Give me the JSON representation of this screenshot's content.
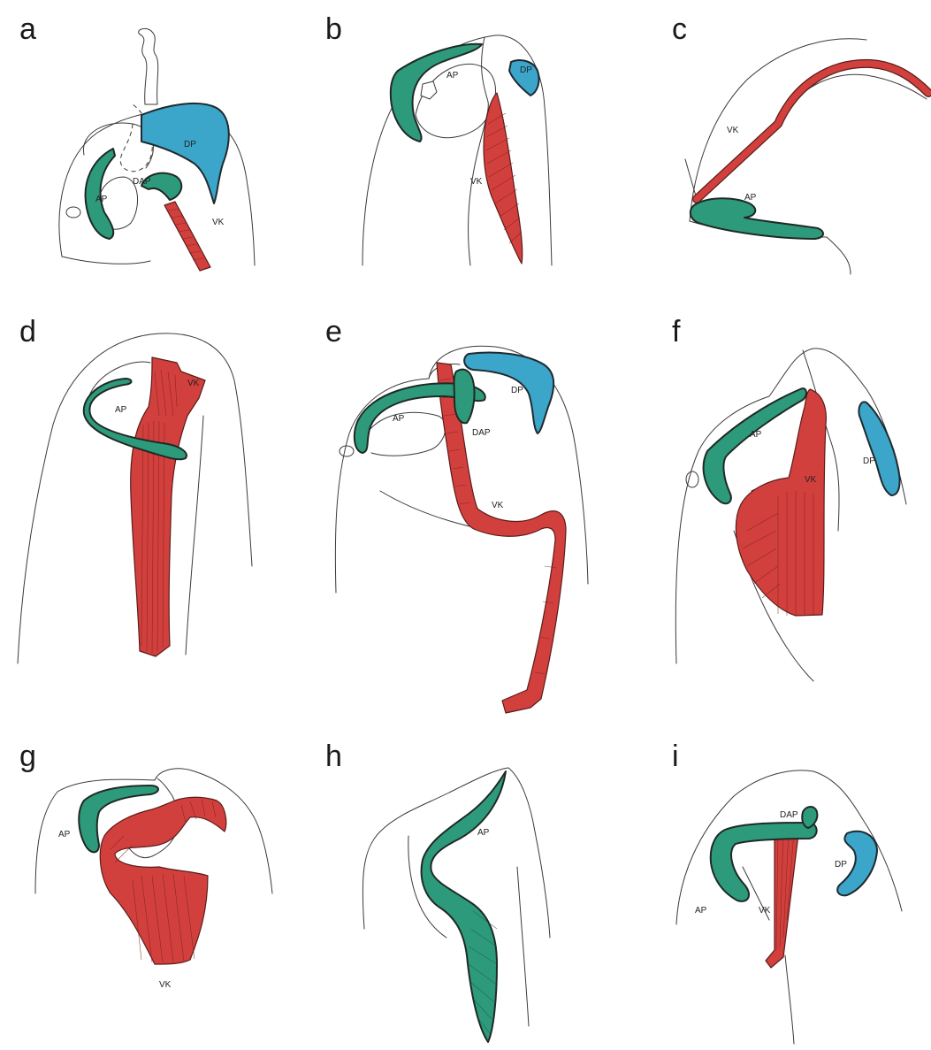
{
  "panels": [
    {
      "letter": "a",
      "labels": {
        "ap": "AP",
        "dp": "DP",
        "dap": "DAP",
        "vk": "VK"
      }
    },
    {
      "letter": "b",
      "labels": {
        "ap": "AP",
        "dp": "DP",
        "vk": "VK"
      }
    },
    {
      "letter": "c",
      "labels": {
        "vk": "VK",
        "ap": "AP"
      }
    },
    {
      "letter": "d",
      "labels": {
        "ap": "AP",
        "vk": "VK"
      }
    },
    {
      "letter": "e",
      "labels": {
        "ap": "AP",
        "dap": "DAP",
        "dp": "DP",
        "vk": "VK"
      }
    },
    {
      "letter": "f",
      "labels": {
        "ap": "AP",
        "vk": "VK",
        "dp": "DP"
      }
    },
    {
      "letter": "g",
      "labels": {
        "ap": "AP",
        "vk": "VK"
      }
    },
    {
      "letter": "h",
      "labels": {
        "ap": "AP"
      }
    },
    {
      "letter": "i",
      "labels": {
        "dap": "DAP",
        "ap": "AP",
        "dp": "DP",
        "vk": "VK"
      }
    }
  ],
  "colors": {
    "ap_teal": "#2e9a7c",
    "dp_blue": "#3ba6c9",
    "vk_red": "#d2403d",
    "outline": "#3a3a3a"
  }
}
